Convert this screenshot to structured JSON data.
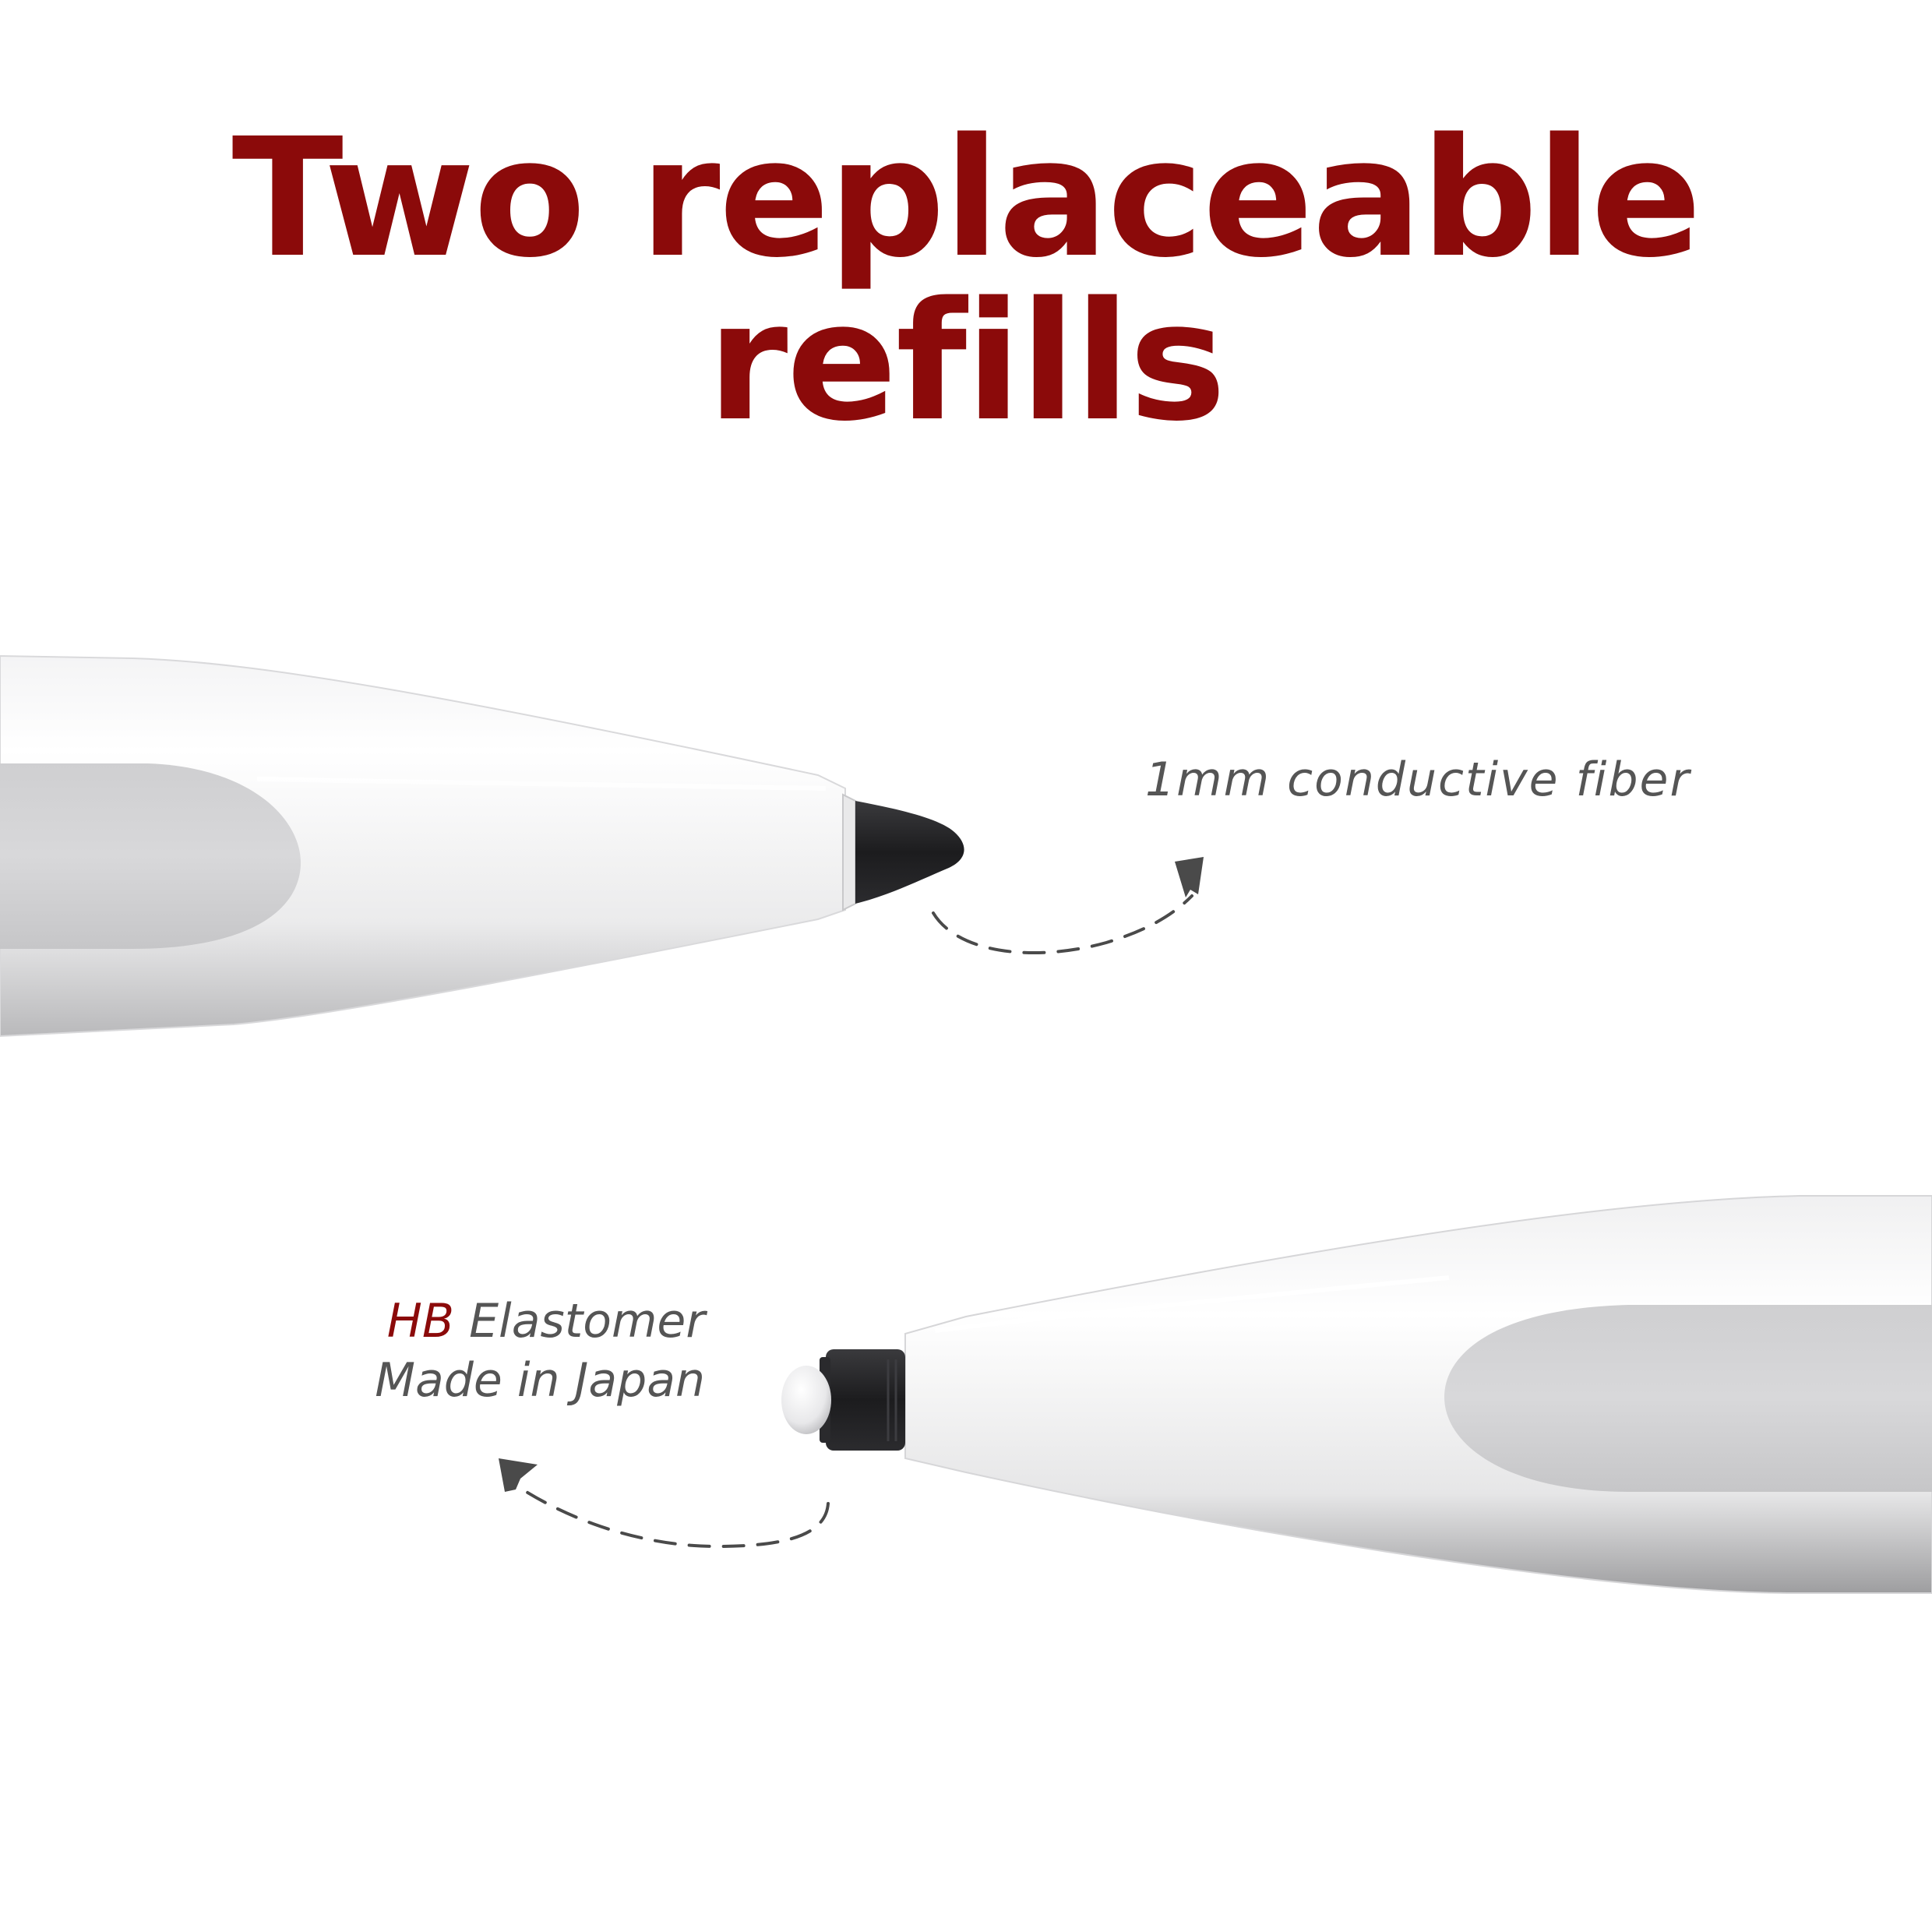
{
  "headline": "Two replaceable refills",
  "refills": [
    {
      "label": "1mm conductive fiber",
      "tip_color": "#1f1f21"
    },
    {
      "label_grade": "HB",
      "label_material": "Elastomer",
      "label_origin": "Made in Japan",
      "tip_color": "#141416",
      "ball_color": "#f2f2f2"
    }
  ],
  "colors": {
    "headline": "#8b0a0a",
    "note_text": "#555555",
    "pen_body": "#ffffff",
    "pen_flat": "#d4d4d6",
    "background": "#ffffff"
  },
  "icons": [
    "dashed-curved-arrow-icon",
    "dashed-curved-arrow-icon"
  ]
}
